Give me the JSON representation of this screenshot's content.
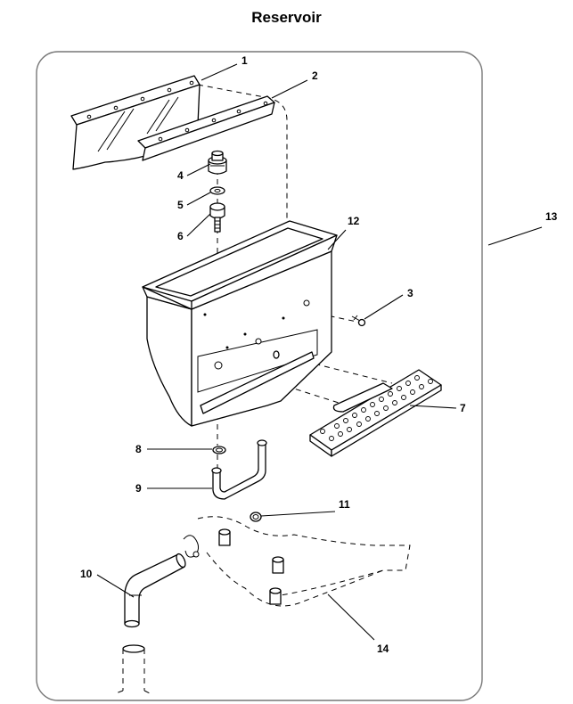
{
  "title": "Reservoir",
  "colors": {
    "line": "#000000",
    "background": "#ffffff",
    "frame": "#777777"
  },
  "callouts": [
    {
      "id": "c1",
      "label": "1"
    },
    {
      "id": "c2",
      "label": "2"
    },
    {
      "id": "c3",
      "label": "3"
    },
    {
      "id": "c4",
      "label": "4"
    },
    {
      "id": "c5",
      "label": "5"
    },
    {
      "id": "c6",
      "label": "6"
    },
    {
      "id": "c7",
      "label": "7"
    },
    {
      "id": "c8",
      "label": "8"
    },
    {
      "id": "c9",
      "label": "9"
    },
    {
      "id": "c10",
      "label": "10"
    },
    {
      "id": "c11",
      "label": "11"
    },
    {
      "id": "c12",
      "label": "12"
    },
    {
      "id": "c13",
      "label": "13"
    },
    {
      "id": "c14",
      "label": "14"
    }
  ]
}
